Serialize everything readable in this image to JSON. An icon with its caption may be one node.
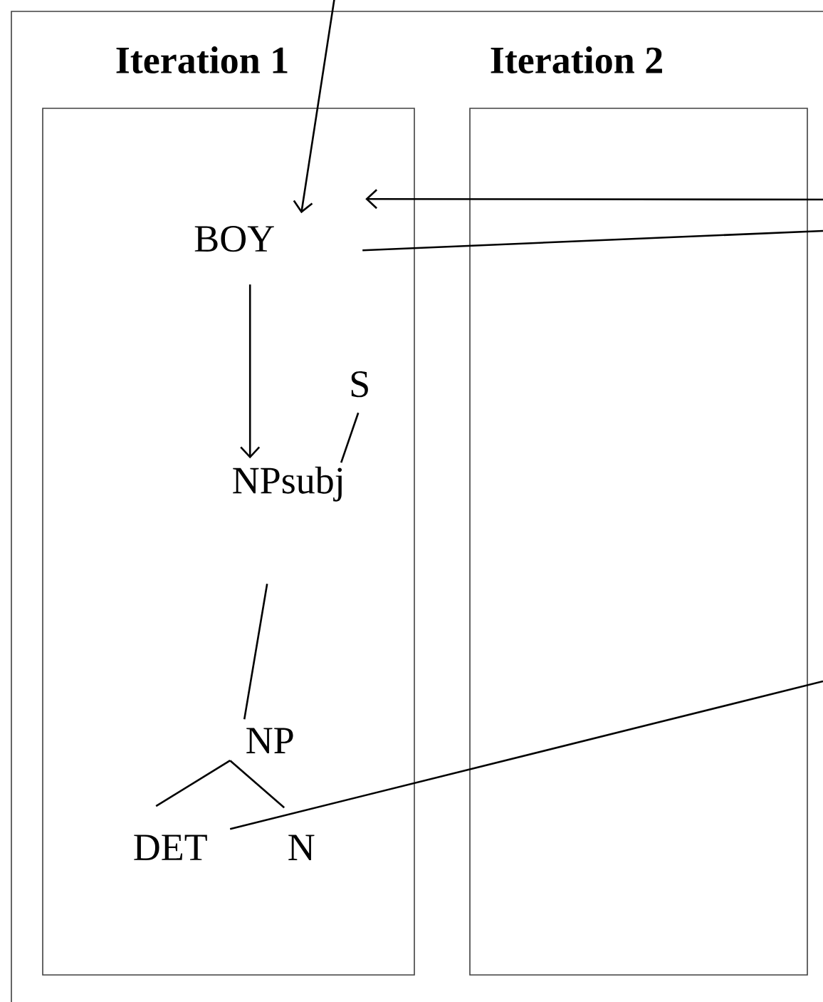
{
  "diagram": {
    "nodes": [
      {
        "text": [
          "Iteration 1"
        ]
      },
      {
        "text": [
          "Iteration 2"
        ]
      },
      {
        "text": [
          "BOY"
        ],
        "in": 0
      },
      {
        "text": [
          "S"
        ],
        "in": 0
      },
      {
        "text": [
          "NPsubj"
        ],
        "in": 0
      },
      {
        "text": [
          "NP"
        ],
        "in": 0
      },
      {
        "text": [
          "DET"
        ],
        "in": 0
      },
      {
        "text": [
          "N"
        ],
        "in": 0
      }
    ],
    "edges": [
      {
        "from": null,
        "to": 2,
        "arrow": "to"
      },
      {
        "from": 1,
        "to": 2,
        "arrow": "to"
      },
      {
        "from": 2,
        "to": 1,
        "arrow": "none"
      },
      {
        "from": 2,
        "to": 4,
        "arrow": "to"
      },
      {
        "from": 3,
        "to": 4,
        "arrow": "none"
      },
      {
        "from": 4,
        "to": 5,
        "arrow": "none"
      },
      {
        "from": 5,
        "to": 6,
        "arrow": "none"
      },
      {
        "from": 5,
        "to": 7,
        "arrow": "none"
      },
      {
        "from": 6,
        "to": 1,
        "arrow": "none"
      }
    ]
  }
}
